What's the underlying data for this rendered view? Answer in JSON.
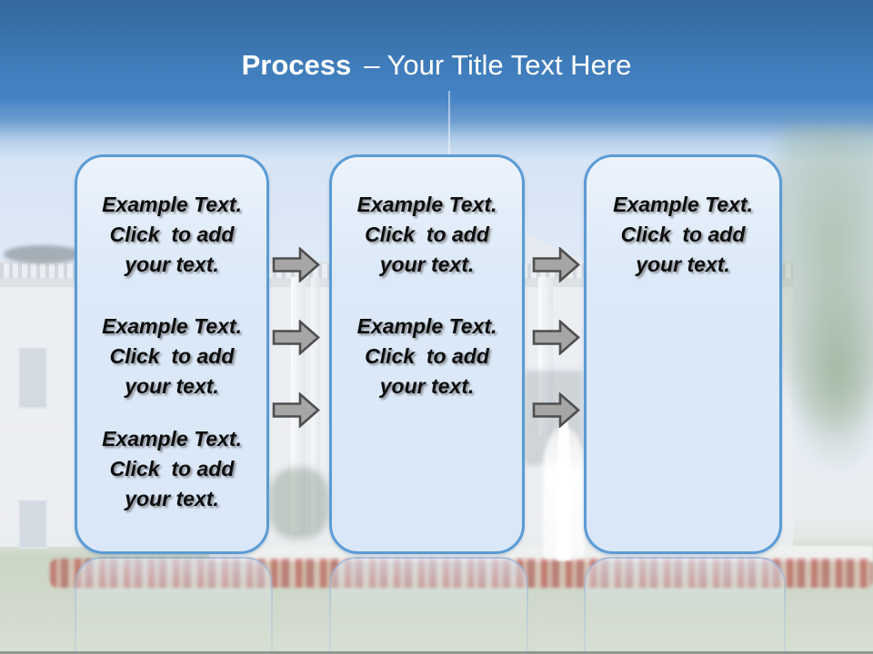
{
  "title": {
    "bold": "Process",
    "rest": "– Your Title Text Here"
  },
  "panels": [
    {
      "label": "step-1",
      "blocks": [
        {
          "lines": [
            "Example Text.",
            "Click  to add",
            "your text."
          ]
        },
        {
          "lines": [
            "Example Text.",
            "Click  to add",
            "your text."
          ]
        },
        {
          "lines": [
            "Example Text.",
            "Click  to add",
            "your text."
          ]
        }
      ]
    },
    {
      "label": "step-2",
      "blocks": [
        {
          "lines": [
            "Example Text.",
            "Click  to add",
            "your text."
          ]
        },
        {
          "lines": [
            "Example Text.",
            "Click  to add",
            "your text."
          ]
        }
      ]
    },
    {
      "label": "step-3",
      "blocks": [
        {
          "lines": [
            "Example Text.",
            "Click  to add",
            "your text."
          ]
        }
      ]
    }
  ],
  "arrows": {
    "count": 6,
    "direction": "right"
  },
  "background": {
    "subject": "Faded White House lawn photo with fountain, flowers and trees"
  },
  "colors": {
    "header_top": "#35689c",
    "header_bottom": "#4683c6",
    "panel_fill": "#dce9f8",
    "panel_border": "#5b9bd5",
    "arrow_fill": "#a6a6a6",
    "arrow_outline": "#4e4e4e",
    "title_text": "#ffffff",
    "body_text": "#0d0d0d"
  }
}
